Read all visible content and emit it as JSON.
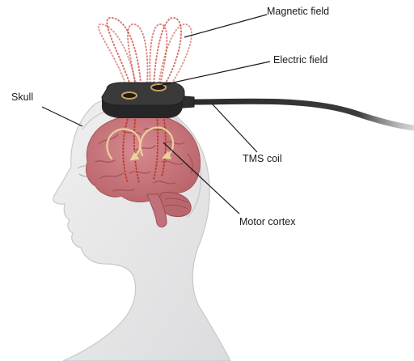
{
  "labels": {
    "magnetic_field": "Magnetic field",
    "electric_field": "Electric field",
    "skull": "Skull",
    "tms_coil": "TMS coil",
    "motor_cortex": "Motor cortex"
  },
  "colors": {
    "skin": "#e9e9ea",
    "skin_outline": "#c9c9cb",
    "skull_outline": "#bdbdc0",
    "brain": "#c9777c",
    "brain_fold": "#a5525a",
    "cerebellum": "#b9676d",
    "field_dots": "#c0392b",
    "electric_arrows": "#e8d29a",
    "coil_top": "#3a3a3a",
    "coil_side": "#262626",
    "coil_ring": "#c8a15a",
    "cable": "#2b2b2b",
    "leader_lines": "#1a1a1a"
  },
  "icons": {
    "head": "human-head-profile",
    "brain": "brain-icon",
    "coil": "tms-coil-icon"
  }
}
